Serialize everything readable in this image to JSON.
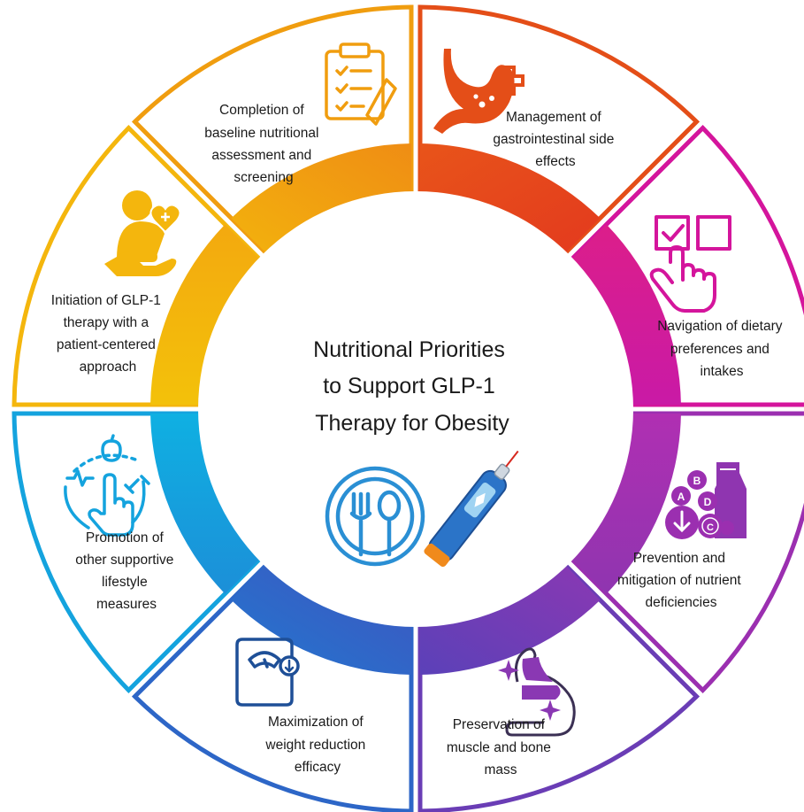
{
  "title": {
    "lines": [
      "Nutritional Priorities",
      "to Support GLP-1",
      "Therapy for Obesity"
    ]
  },
  "segments": [
    {
      "id": "baseline-assessment",
      "name": "segment-baseline-assessment",
      "color": "#f09d0f",
      "icon": "clipboard-checklist-icon",
      "lines": [
        "Completion of",
        "baseline nutritional",
        "assessment and",
        "screening"
      ]
    },
    {
      "id": "gi-side-effects",
      "name": "segment-gi-side-effects",
      "color": "#e44e18",
      "icon": "stomach-plus-icon",
      "lines": [
        "Management of",
        "gastrointestinal side",
        "effects"
      ]
    },
    {
      "id": "dietary-preferences",
      "name": "segment-dietary-preferences",
      "color": "#d4159c",
      "icon": "hand-checkbox-icon",
      "lines": [
        "Navigation of dietary",
        "preferences and",
        "intakes"
      ]
    },
    {
      "id": "nutrient-deficiencies",
      "name": "segment-nutrient-deficiencies",
      "color": "#9b2fb0",
      "icon": "vitamins-milk-icon",
      "lines": [
        "Prevention and",
        "mitigation of nutrient",
        "deficiencies"
      ]
    },
    {
      "id": "muscle-bone",
      "name": "segment-muscle-bone",
      "color": "#6a3db5",
      "icon": "flexed-arm-icon",
      "lines": [
        "Preservation of",
        "muscle and bone",
        "mass"
      ]
    },
    {
      "id": "weight-reduction",
      "name": "segment-weight-reduction",
      "color": "#2d66c7",
      "icon": "scale-icon",
      "lines": [
        "Maximization of",
        "weight reduction",
        "efficacy"
      ]
    },
    {
      "id": "lifestyle-measures",
      "name": "segment-lifestyle-measures",
      "color": "#14a3de",
      "icon": "hand-lifestyle-icon",
      "lines": [
        "Promotion of",
        "other supportive",
        "lifestyle",
        "measures"
      ]
    },
    {
      "id": "glp1-initiation",
      "name": "segment-glp1-initiation",
      "color": "#f4b60d",
      "icon": "patient-care-icon",
      "lines": [
        "Initiation of GLP-1",
        "therapy with a",
        "patient-centered",
        "approach"
      ]
    }
  ],
  "center_icons": [
    "plate-fork-spoon-icon",
    "injection-pen-icon"
  ],
  "colors": {
    "plate": "#2a8fd4",
    "pen": "#2b74c8",
    "pen_cap": "#f08a1c"
  }
}
